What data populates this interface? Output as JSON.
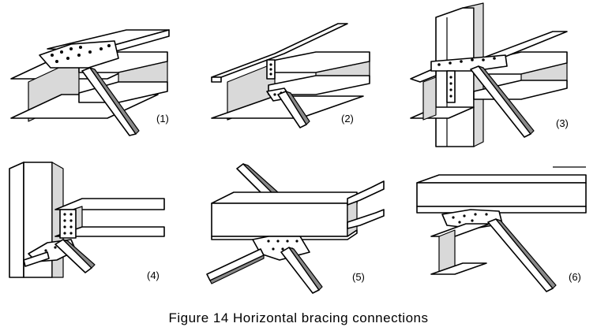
{
  "panels": [
    {
      "id": 1,
      "label": "(1)"
    },
    {
      "id": 2,
      "label": "(2)"
    },
    {
      "id": 3,
      "label": "(3)"
    },
    {
      "id": 4,
      "label": "(4)"
    },
    {
      "id": 5,
      "label": "(5)"
    },
    {
      "id": 6,
      "label": "(6)"
    }
  ],
  "caption": "Figure 14  Horizontal bracing connections"
}
